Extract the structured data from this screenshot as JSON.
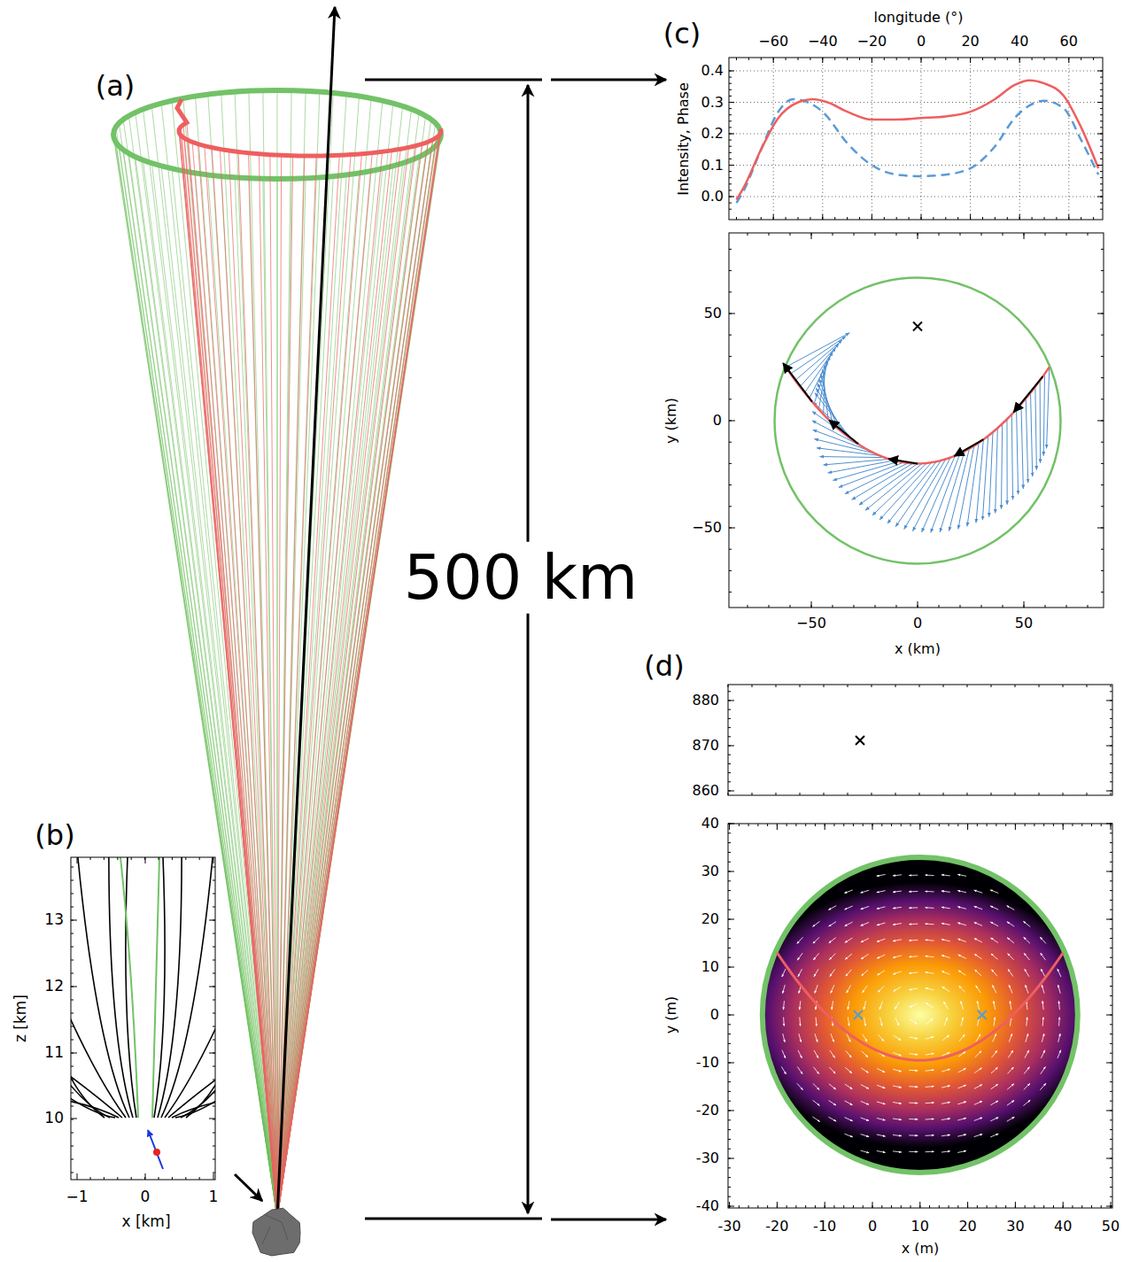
{
  "diagram": {
    "labels": [
      "(a)",
      "(b)",
      "(c)",
      "(d)",
      "500 km",
      "13",
      "12",
      "11",
      "10",
      "−1",
      "0",
      "1",
      "x [km]",
      "z [km]",
      "longitude (°)",
      "−60",
      "−40",
      "−20",
      "0",
      "20",
      "40",
      "60",
      "0.4",
      "0.3",
      "0.2",
      "0.1",
      "0.0",
      "Intensity, Phase",
      "50",
      "0",
      "−50",
      "−50",
      "0",
      "50",
      "y (km)",
      "x (km)",
      "880",
      "870",
      "860",
      "40",
      "30",
      "20",
      "10",
      "0",
      "-10",
      "-20",
      "-30",
      "-40",
      "-30",
      "-20",
      "-10",
      "0",
      "10",
      "20",
      "30",
      "40",
      "50",
      "y (m)",
      "x (m)"
    ]
  }
}
